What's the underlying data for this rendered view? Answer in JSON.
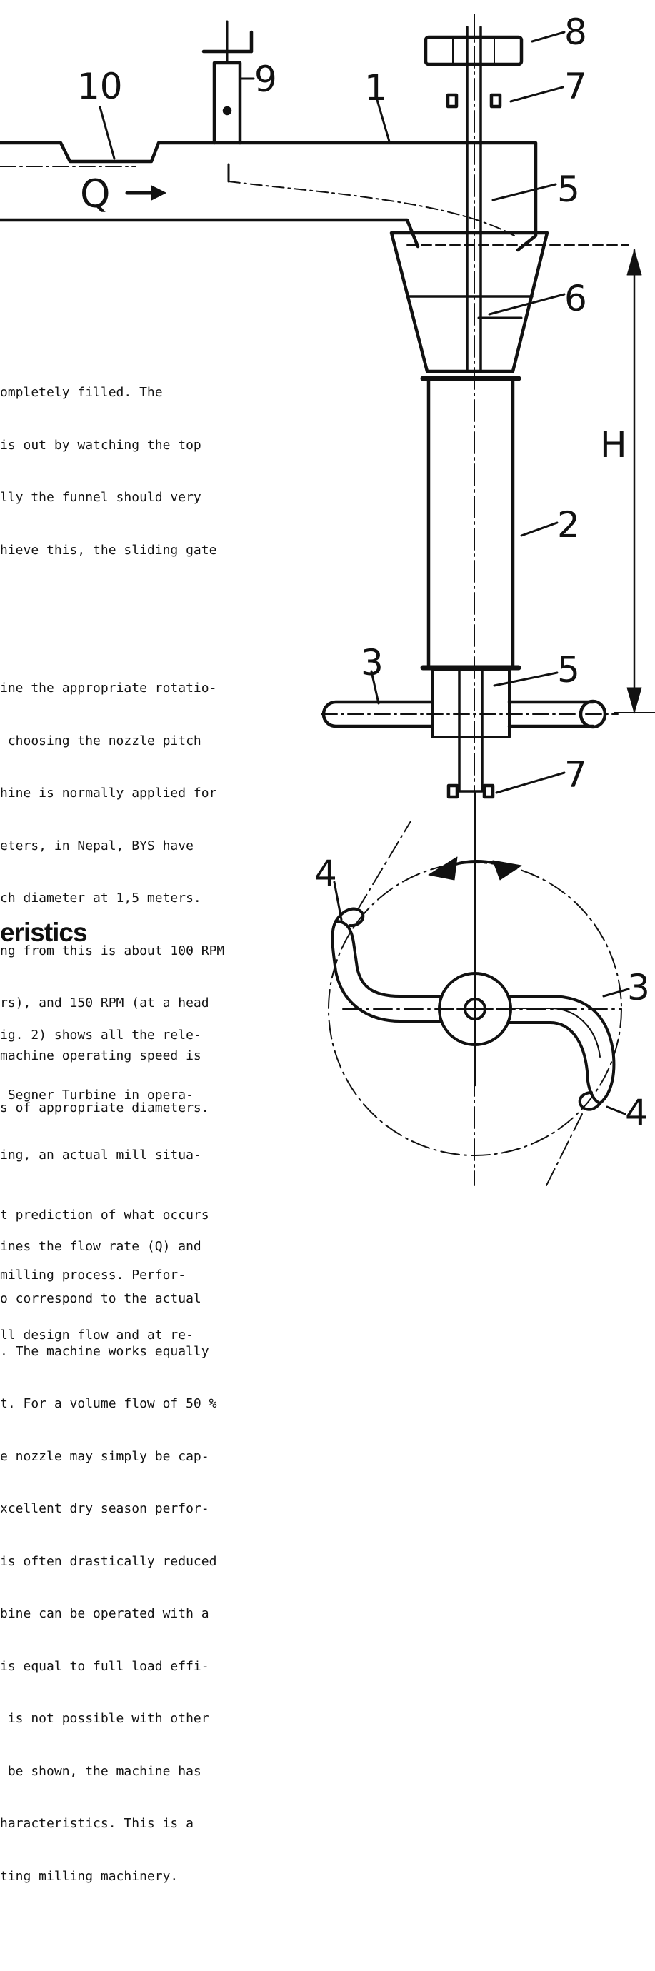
{
  "labels": {
    "n1": "1",
    "n2": "2",
    "n3a": "3",
    "n3b": "3",
    "n4a": "4",
    "n4b": "4",
    "n5a": "5",
    "n5b": "5",
    "n6": "6",
    "n7a": "7",
    "n7b": "7",
    "n8": "8",
    "n9": "9",
    "n10": "10",
    "flow": "Q",
    "head": "H"
  },
  "text_block_1": [
    [
      "ompletely filled. The",
      "is out by watching the top",
      "lly the funnel should very",
      "hieve this, the sliding gate"
    ],
    [
      "ine the appropriate rotatio-",
      " choosing the nozzle pitch",
      "hine is normally applied for",
      "eters, in Nepal, BYS have",
      "ch diameter at 1,5 meters.",
      "ng from this is about 100 RPM",
      "rs), and 150 RPM (at a head",
      "machine operating speed is",
      "s of appropriate diameters."
    ],
    [
      "ines the flow rate (Q) and",
      "o correspond to the actual",
      ". The machine works equally",
      "t. For a volume flow of 50 %",
      "e nozzle may simply be cap-",
      "xcellent dry season perfor-",
      "is often drastically reduced",
      "bine can be operated with a",
      "is equal to full load effi-",
      " is not possible with other",
      " be shown, the machine has",
      "haracteristics. This is a",
      "ting milling machinery."
    ]
  ],
  "heading": "eristics",
  "text_block_2": [
    "ig. 2) shows all the rele-",
    " Segner Turbine in opera-",
    "ing, an actual mill situa-",
    "t prediction of what occurs",
    "milling process. Perfor-",
    "ll design flow and at re-"
  ]
}
